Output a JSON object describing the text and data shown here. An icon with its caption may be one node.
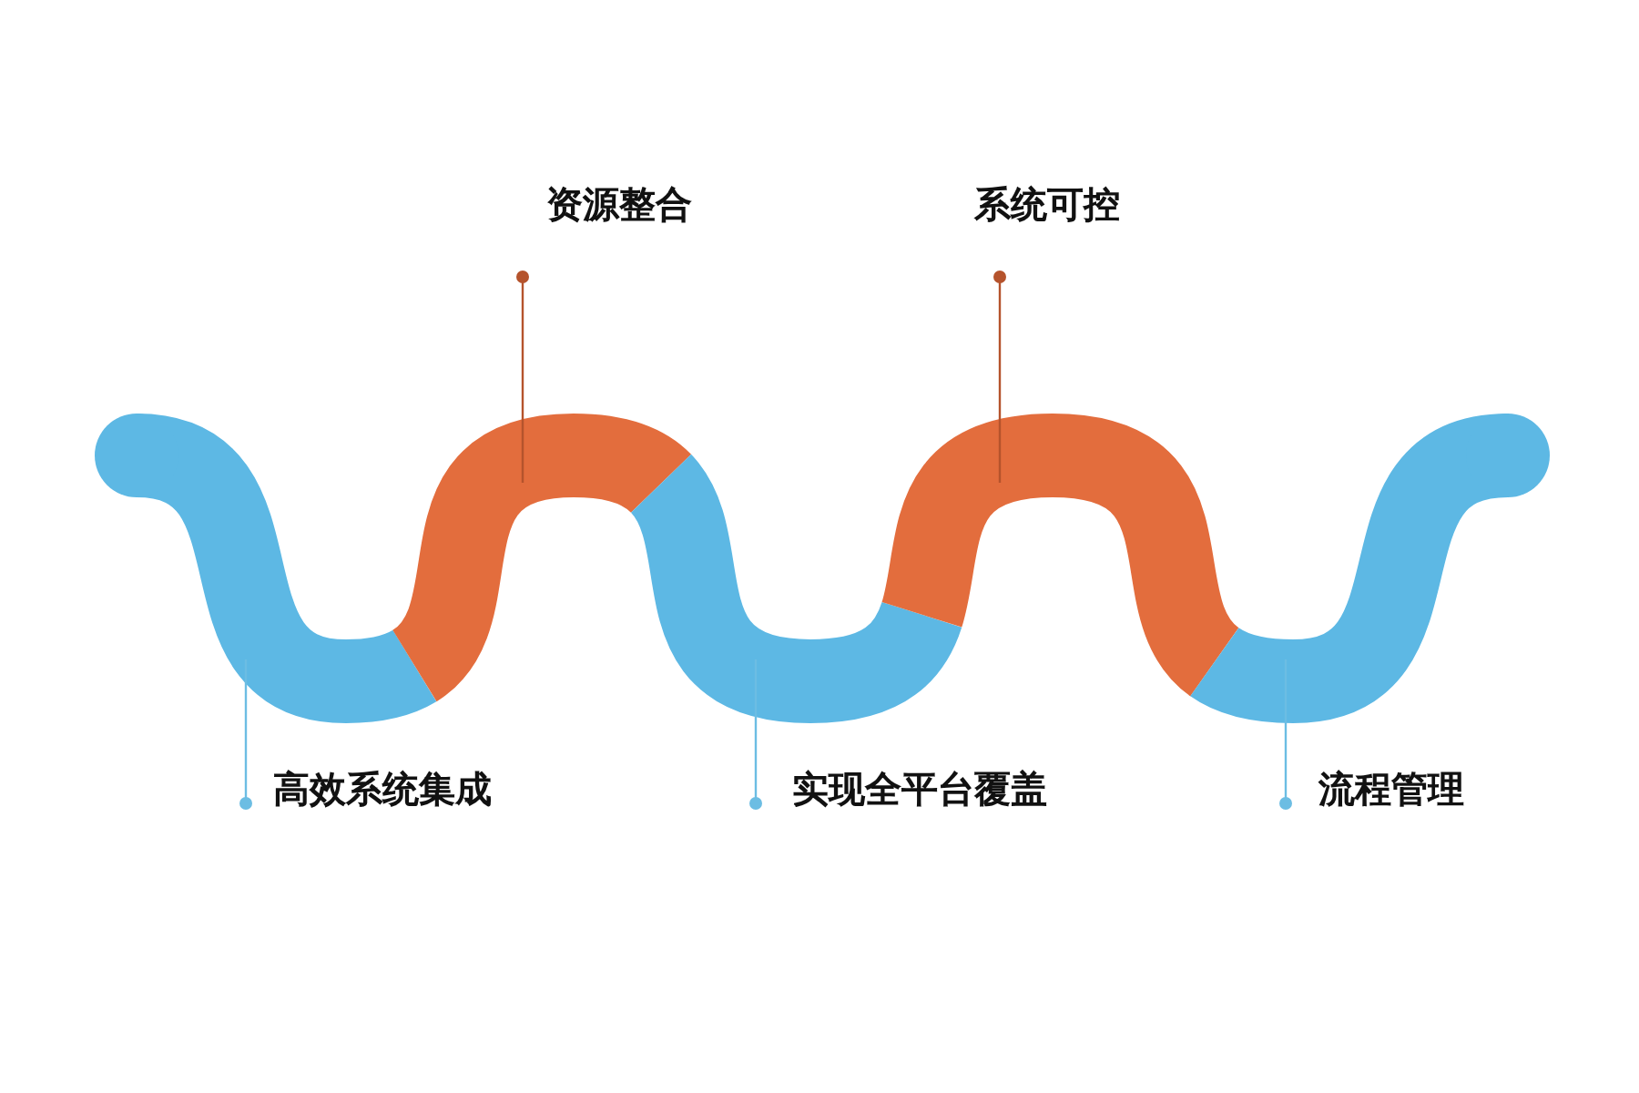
{
  "diagram": {
    "nodes": [
      {
        "text": [
          "资源整合"
        ]
      },
      {
        "text": [
          "系统可控"
        ]
      },
      {
        "text": [],
        "shape": "band"
      },
      {
        "text": [],
        "shape": "band"
      },
      {
        "text": [],
        "shape": "band"
      },
      {
        "text": [],
        "shape": "band"
      },
      {
        "text": [],
        "shape": "band"
      },
      {
        "text": [
          "高效系统集成"
        ]
      },
      {
        "text": [
          "实现全平台覆盖"
        ]
      },
      {
        "text": [
          "流程管理"
        ]
      }
    ],
    "edges": [
      {
        "from": 7,
        "to": 2,
        "arrow": "other"
      },
      {
        "from": 0,
        "to": 3,
        "arrow": "other",
        "color": "#b5532c"
      },
      {
        "from": 8,
        "to": 4,
        "arrow": "other"
      },
      {
        "from": 1,
        "to": 5,
        "arrow": "other",
        "color": "#b5532c"
      },
      {
        "from": 9,
        "to": 6,
        "arrow": "other"
      }
    ]
  }
}
